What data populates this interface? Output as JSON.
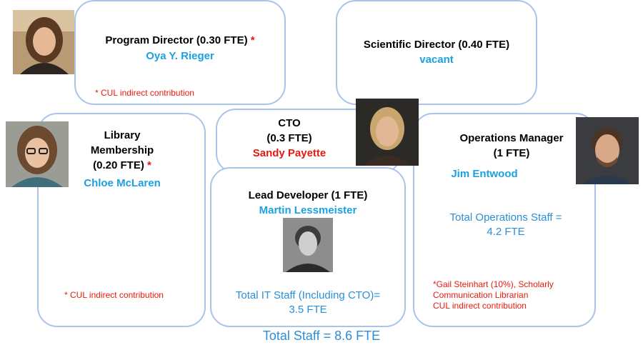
{
  "program_director": {
    "title": "Program Director (0.30 FTE)",
    "star": "*",
    "name": "Oya Y. Rieger",
    "note": "* CUL indirect contribution"
  },
  "scientific_director": {
    "title": "Scientific Director (0.40 FTE)",
    "name": "vacant"
  },
  "cto": {
    "title_line1": "CTO",
    "title_line2": "(0.3 FTE)",
    "name": "Sandy Payette"
  },
  "library_membership": {
    "title_line1": "Library",
    "title_line2": "Membership",
    "title_line3": "(0.20 FTE)",
    "star": "*",
    "name": "Chloe McLaren",
    "note": "* CUL indirect contribution"
  },
  "lead_developer": {
    "title": "Lead Developer (1 FTE)",
    "name": "Martin Lessmeister",
    "staff_line1": "Total IT Staff (Including CTO)=",
    "staff_line2": "3.5 FTE"
  },
  "operations_manager": {
    "title_line1": "Operations Manager",
    "title_line2": "(1 FTE)",
    "name": "Jim Entwood",
    "staff_line1": "Total Operations Staff =",
    "staff_line2": "4.2 FTE",
    "note_line1": "*Gail Steinhart (10%), Scholarly",
    "note_line2": "Communication Librarian",
    "note_line3": "CUL indirect contribution"
  },
  "total_staff": "Total Staff = 8.6 FTE",
  "colors": {
    "border": "#a9c4e8",
    "name_blue": "#1ba1e2",
    "red": "#e8190f",
    "staff_blue": "#2a8fd6"
  }
}
